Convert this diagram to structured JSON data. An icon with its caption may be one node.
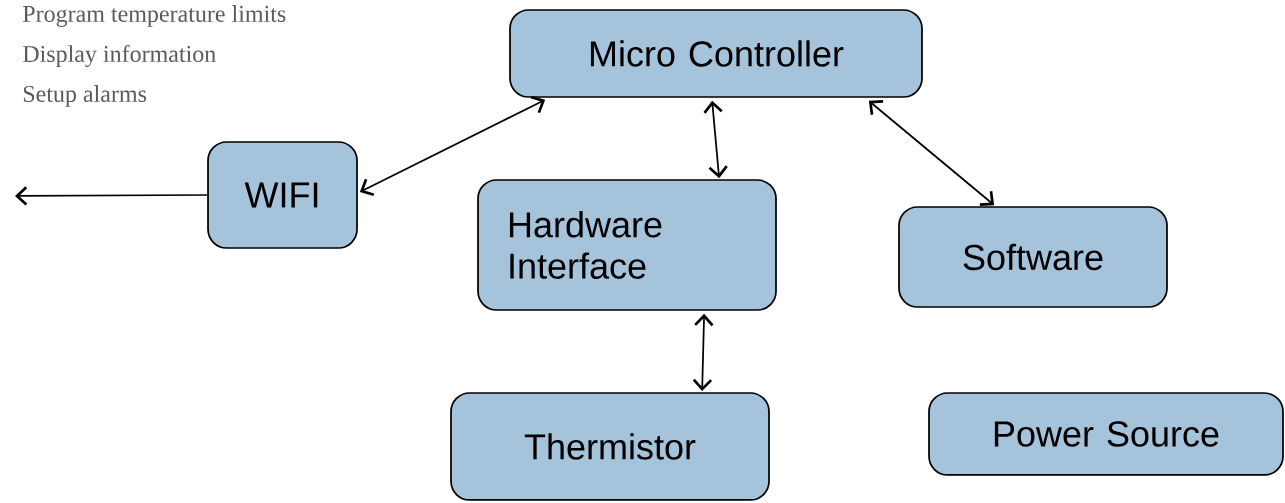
{
  "diagram": {
    "nodes": [
      {
        "text": [
          "Micro Controller"
        ]
      },
      {
        "text": [
          "WIFI"
        ]
      },
      {
        "text": [
          "Hardware Interface"
        ]
      },
      {
        "text": [
          "Software"
        ]
      },
      {
        "text": [
          "Thermistor"
        ]
      },
      {
        "text": [
          "Power Source"
        ]
      }
    ],
    "edges": [
      {
        "from": 1,
        "to": null,
        "arrow": "to"
      },
      {
        "from": 0,
        "to": 1,
        "arrow": "both"
      },
      {
        "from": 0,
        "to": 2,
        "arrow": "both"
      },
      {
        "from": 0,
        "to": 3,
        "arrow": "both"
      },
      {
        "from": 2,
        "to": 4,
        "arrow": "both"
      }
    ],
    "labels": [
      "Program temperature limits",
      "Display information",
      "Setup alarms"
    ]
  }
}
